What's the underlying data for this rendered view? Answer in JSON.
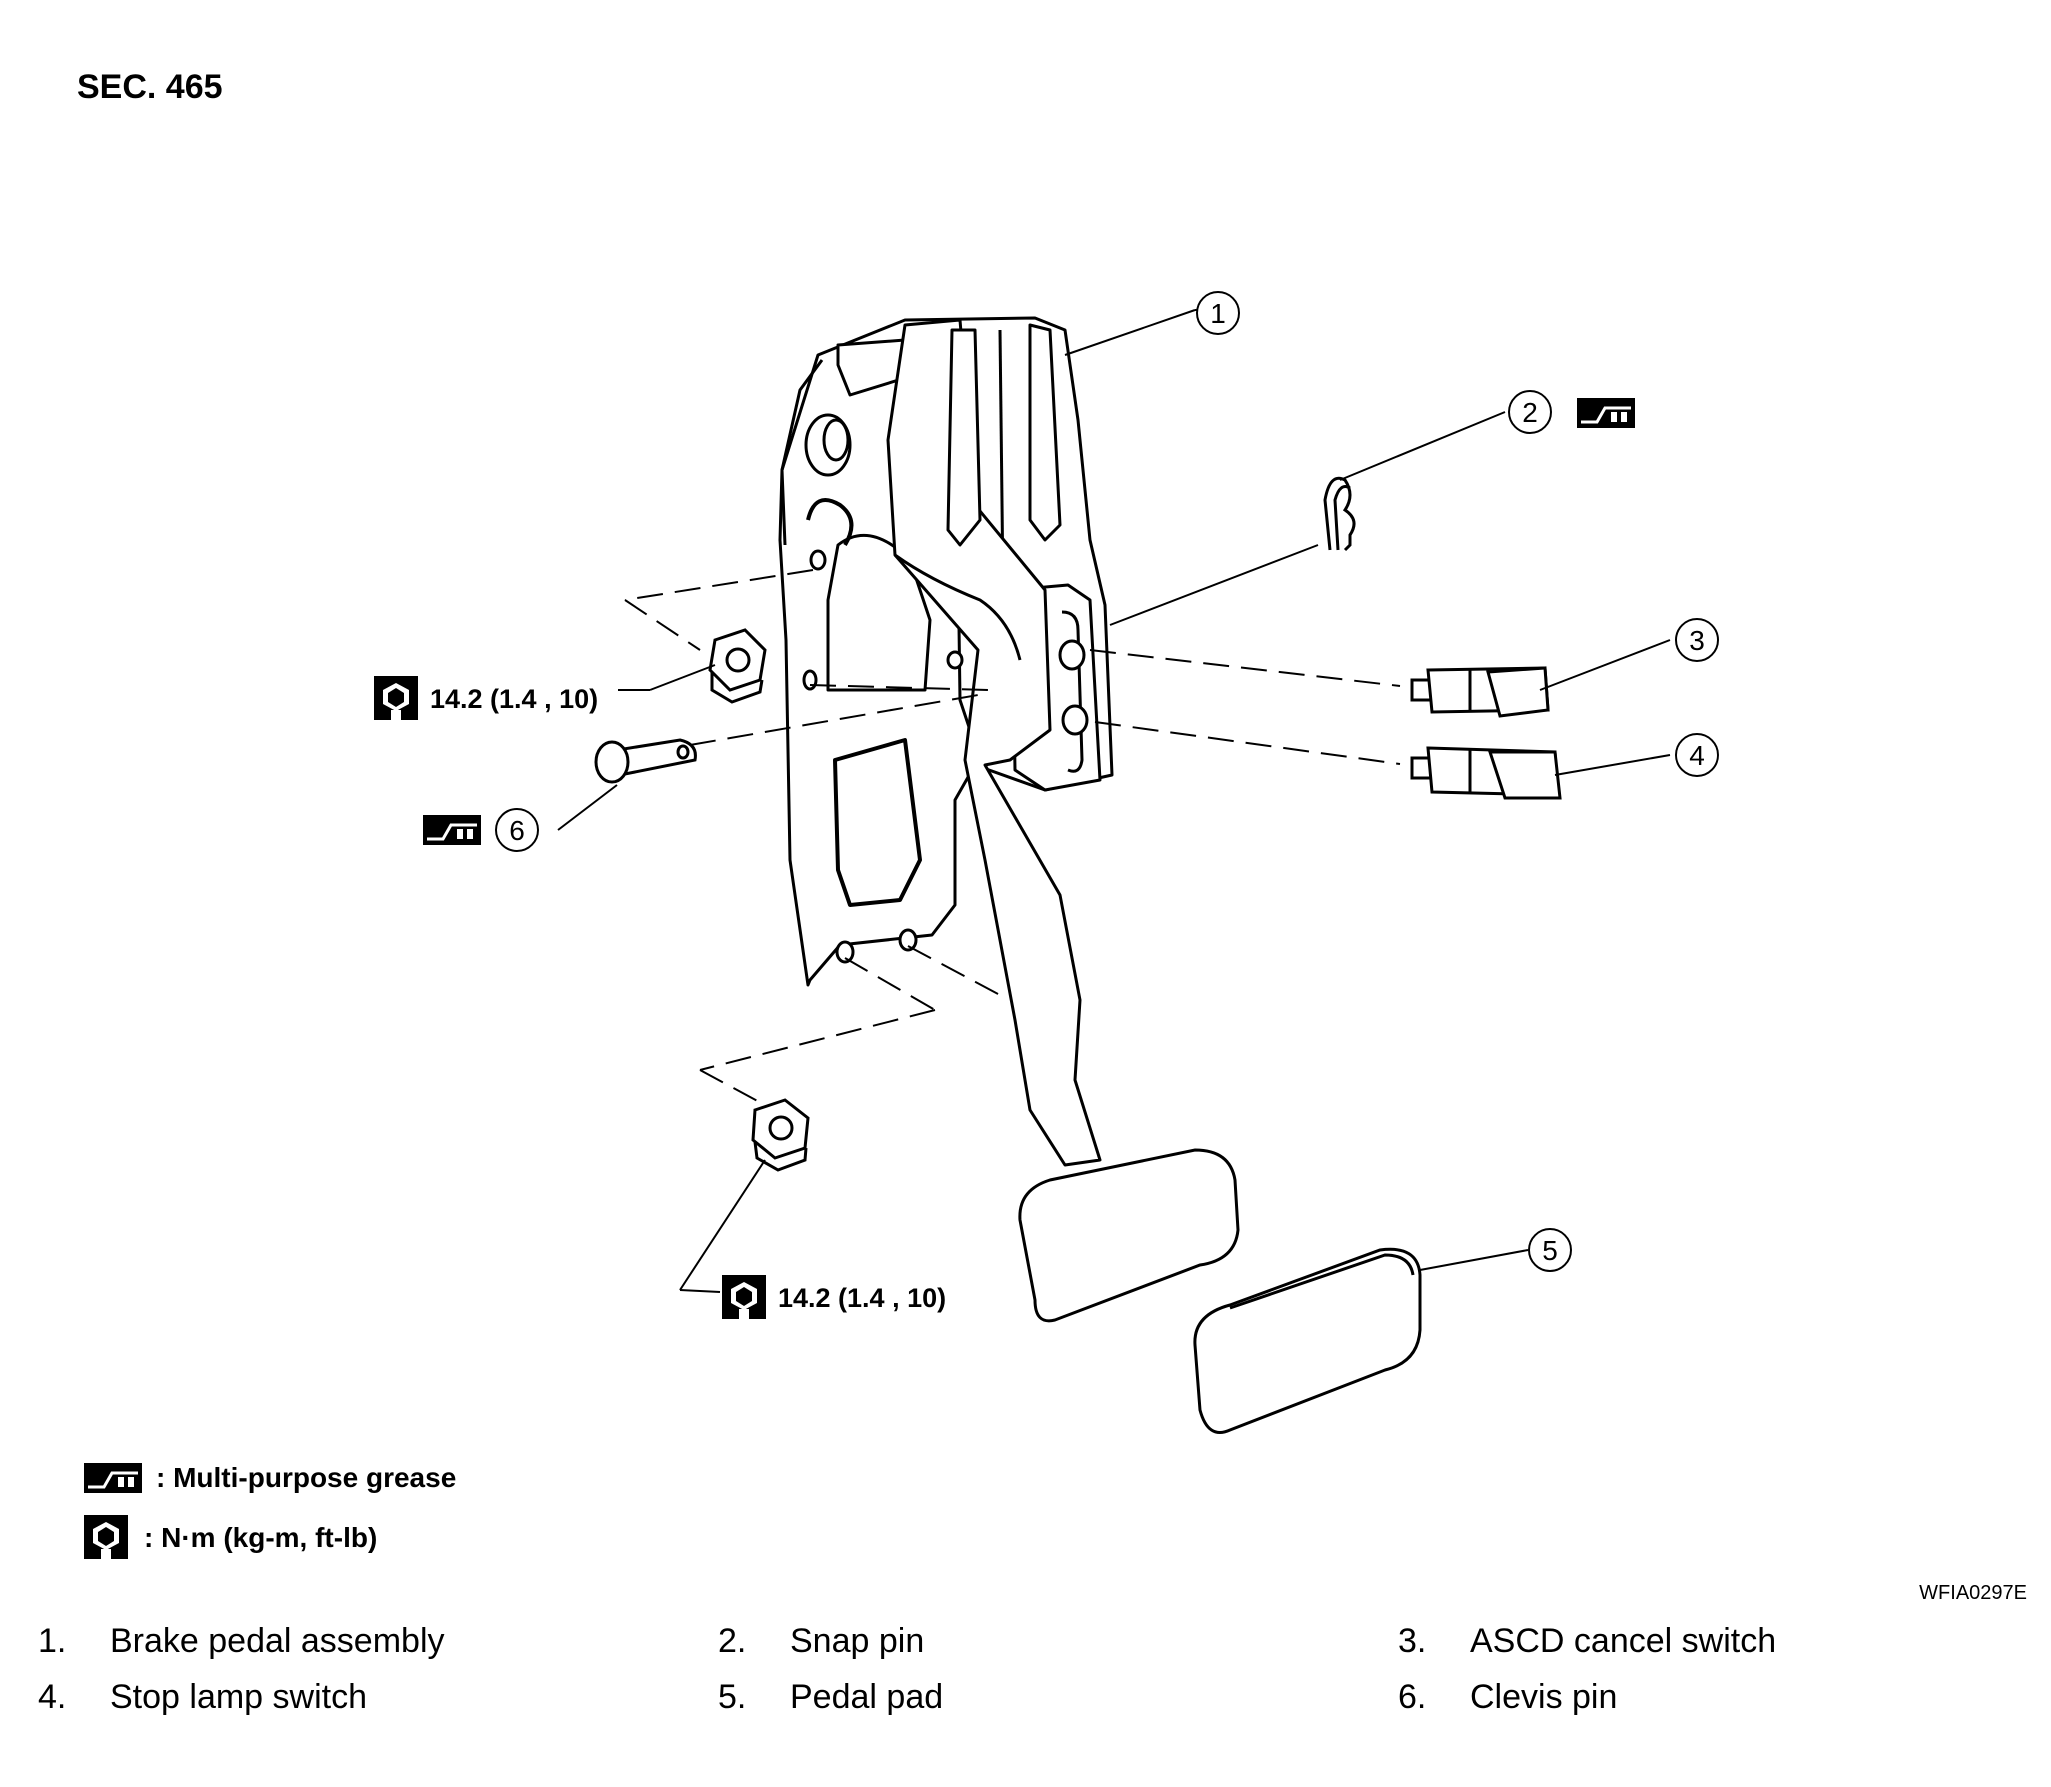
{
  "section": "SEC. 465",
  "callouts": {
    "c1": "1",
    "c2": "2",
    "c3": "3",
    "c4": "4",
    "c5": "5",
    "c6": "6"
  },
  "torque_upper": "14.2 (1.4 , 10)",
  "torque_lower": "14.2 (1.4 , 10)",
  "legend": {
    "grease": ": Multi-purpose grease",
    "torque": ": N·m (kg-m, ft-lb)"
  },
  "doc_code": "WFIA0297E",
  "parts": [
    {
      "num": "1.",
      "name": "Brake pedal assembly"
    },
    {
      "num": "2.",
      "name": "Snap pin"
    },
    {
      "num": "3.",
      "name": "ASCD cancel switch"
    },
    {
      "num": "4.",
      "name": "Stop lamp switch"
    },
    {
      "num": "5.",
      "name": "Pedal pad"
    },
    {
      "num": "6.",
      "name": "Clevis pin"
    }
  ],
  "icons": [
    "grease-icon",
    "torque-wrench-icon"
  ]
}
